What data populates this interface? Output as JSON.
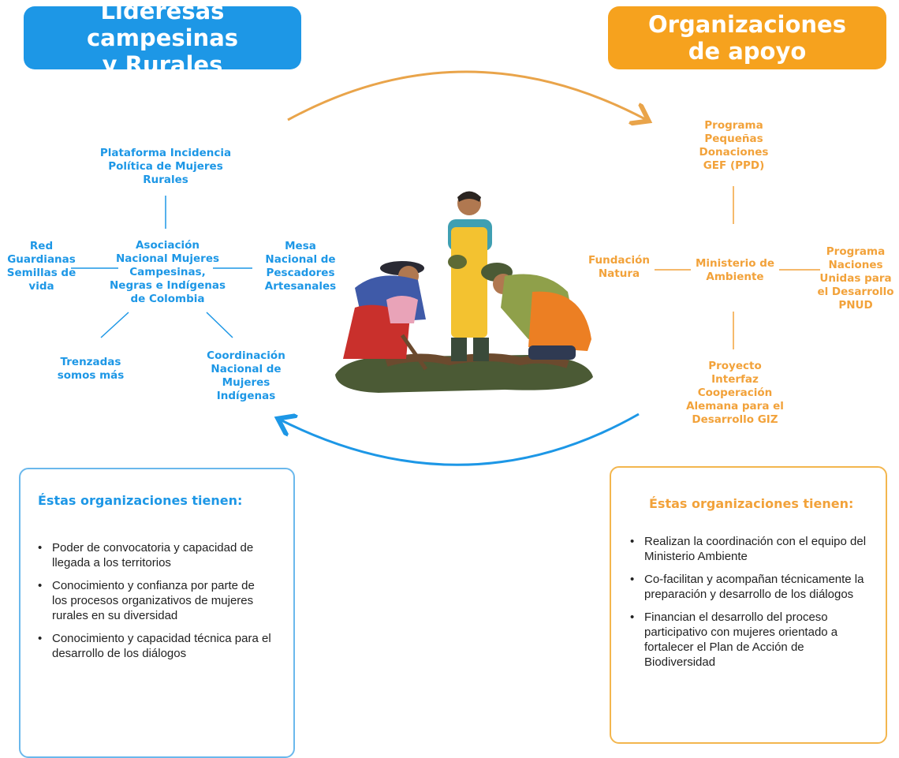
{
  "left_header": {
    "line1": "Lideresas campesinas",
    "line2": "y Rurales"
  },
  "right_header": {
    "line1": "Organizaciones",
    "line2": "de apoyo"
  },
  "left_nodes": {
    "plataforma": [
      "Plataforma Incidencia",
      "Política de Mujeres",
      "Rurales"
    ],
    "asociacion": [
      "Asociación",
      "Nacional Mujeres",
      "Campesinas,",
      "Negras e Indígenas",
      "de Colombia"
    ],
    "red": [
      "Red",
      "Guardianas",
      "Semillas de",
      "vida"
    ],
    "mesa": [
      "Mesa",
      "Nacional de",
      "Pescadores",
      "Artesanales"
    ],
    "trenzadas": [
      "Trenzadas",
      "somos más"
    ],
    "coordinacion": [
      "Coordinación",
      "Nacional de",
      "Mujeres",
      "Indígenas"
    ]
  },
  "right_nodes": {
    "programa_ppd": [
      "Programa",
      "Pequeñas",
      "Donaciones",
      "GEF (PPD)"
    ],
    "fundacion": [
      "Fundación",
      "Natura"
    ],
    "ministerio": [
      "Ministerio de",
      "Ambiente"
    ],
    "pnud": [
      "Programa",
      "Naciones",
      "Unidas para",
      "el Desarrollo",
      "PNUD"
    ],
    "giz": [
      "Proyecto",
      "Interfaz",
      "Cooperación",
      "Alemana para el",
      "Desarrollo GIZ"
    ]
  },
  "left_box": {
    "title": "Éstas organizaciones tienen:",
    "items": [
      "Poder de convocatoria y capacidad de llegada a los territorios",
      "Conocimiento y confianza por parte de los  procesos organizativos de mujeres rurales en su diversidad",
      "Conocimiento y capacidad técnica para el desarrollo de los diálogos"
    ]
  },
  "right_box": {
    "title": "Éstas organizaciones tienen:",
    "items": [
      "Realizan la coordinación con el equipo del Ministerio Ambiente",
      "Co-facilitan y acompañan técnicamente la preparación y desarrollo de los diálogos",
      "Financian el desarrollo del proceso participativo con mujeres orientado a fortalecer el Plan de Acción de Biodiversidad"
    ]
  },
  "colors": {
    "blue": "#1d97e6",
    "orange": "#f6a21e",
    "text": "#222222"
  },
  "icons": {
    "top_arrow": "arrow-right-curved-icon",
    "bottom_arrow": "arrow-left-curved-icon",
    "illustration": "women-farmers-illustration"
  }
}
